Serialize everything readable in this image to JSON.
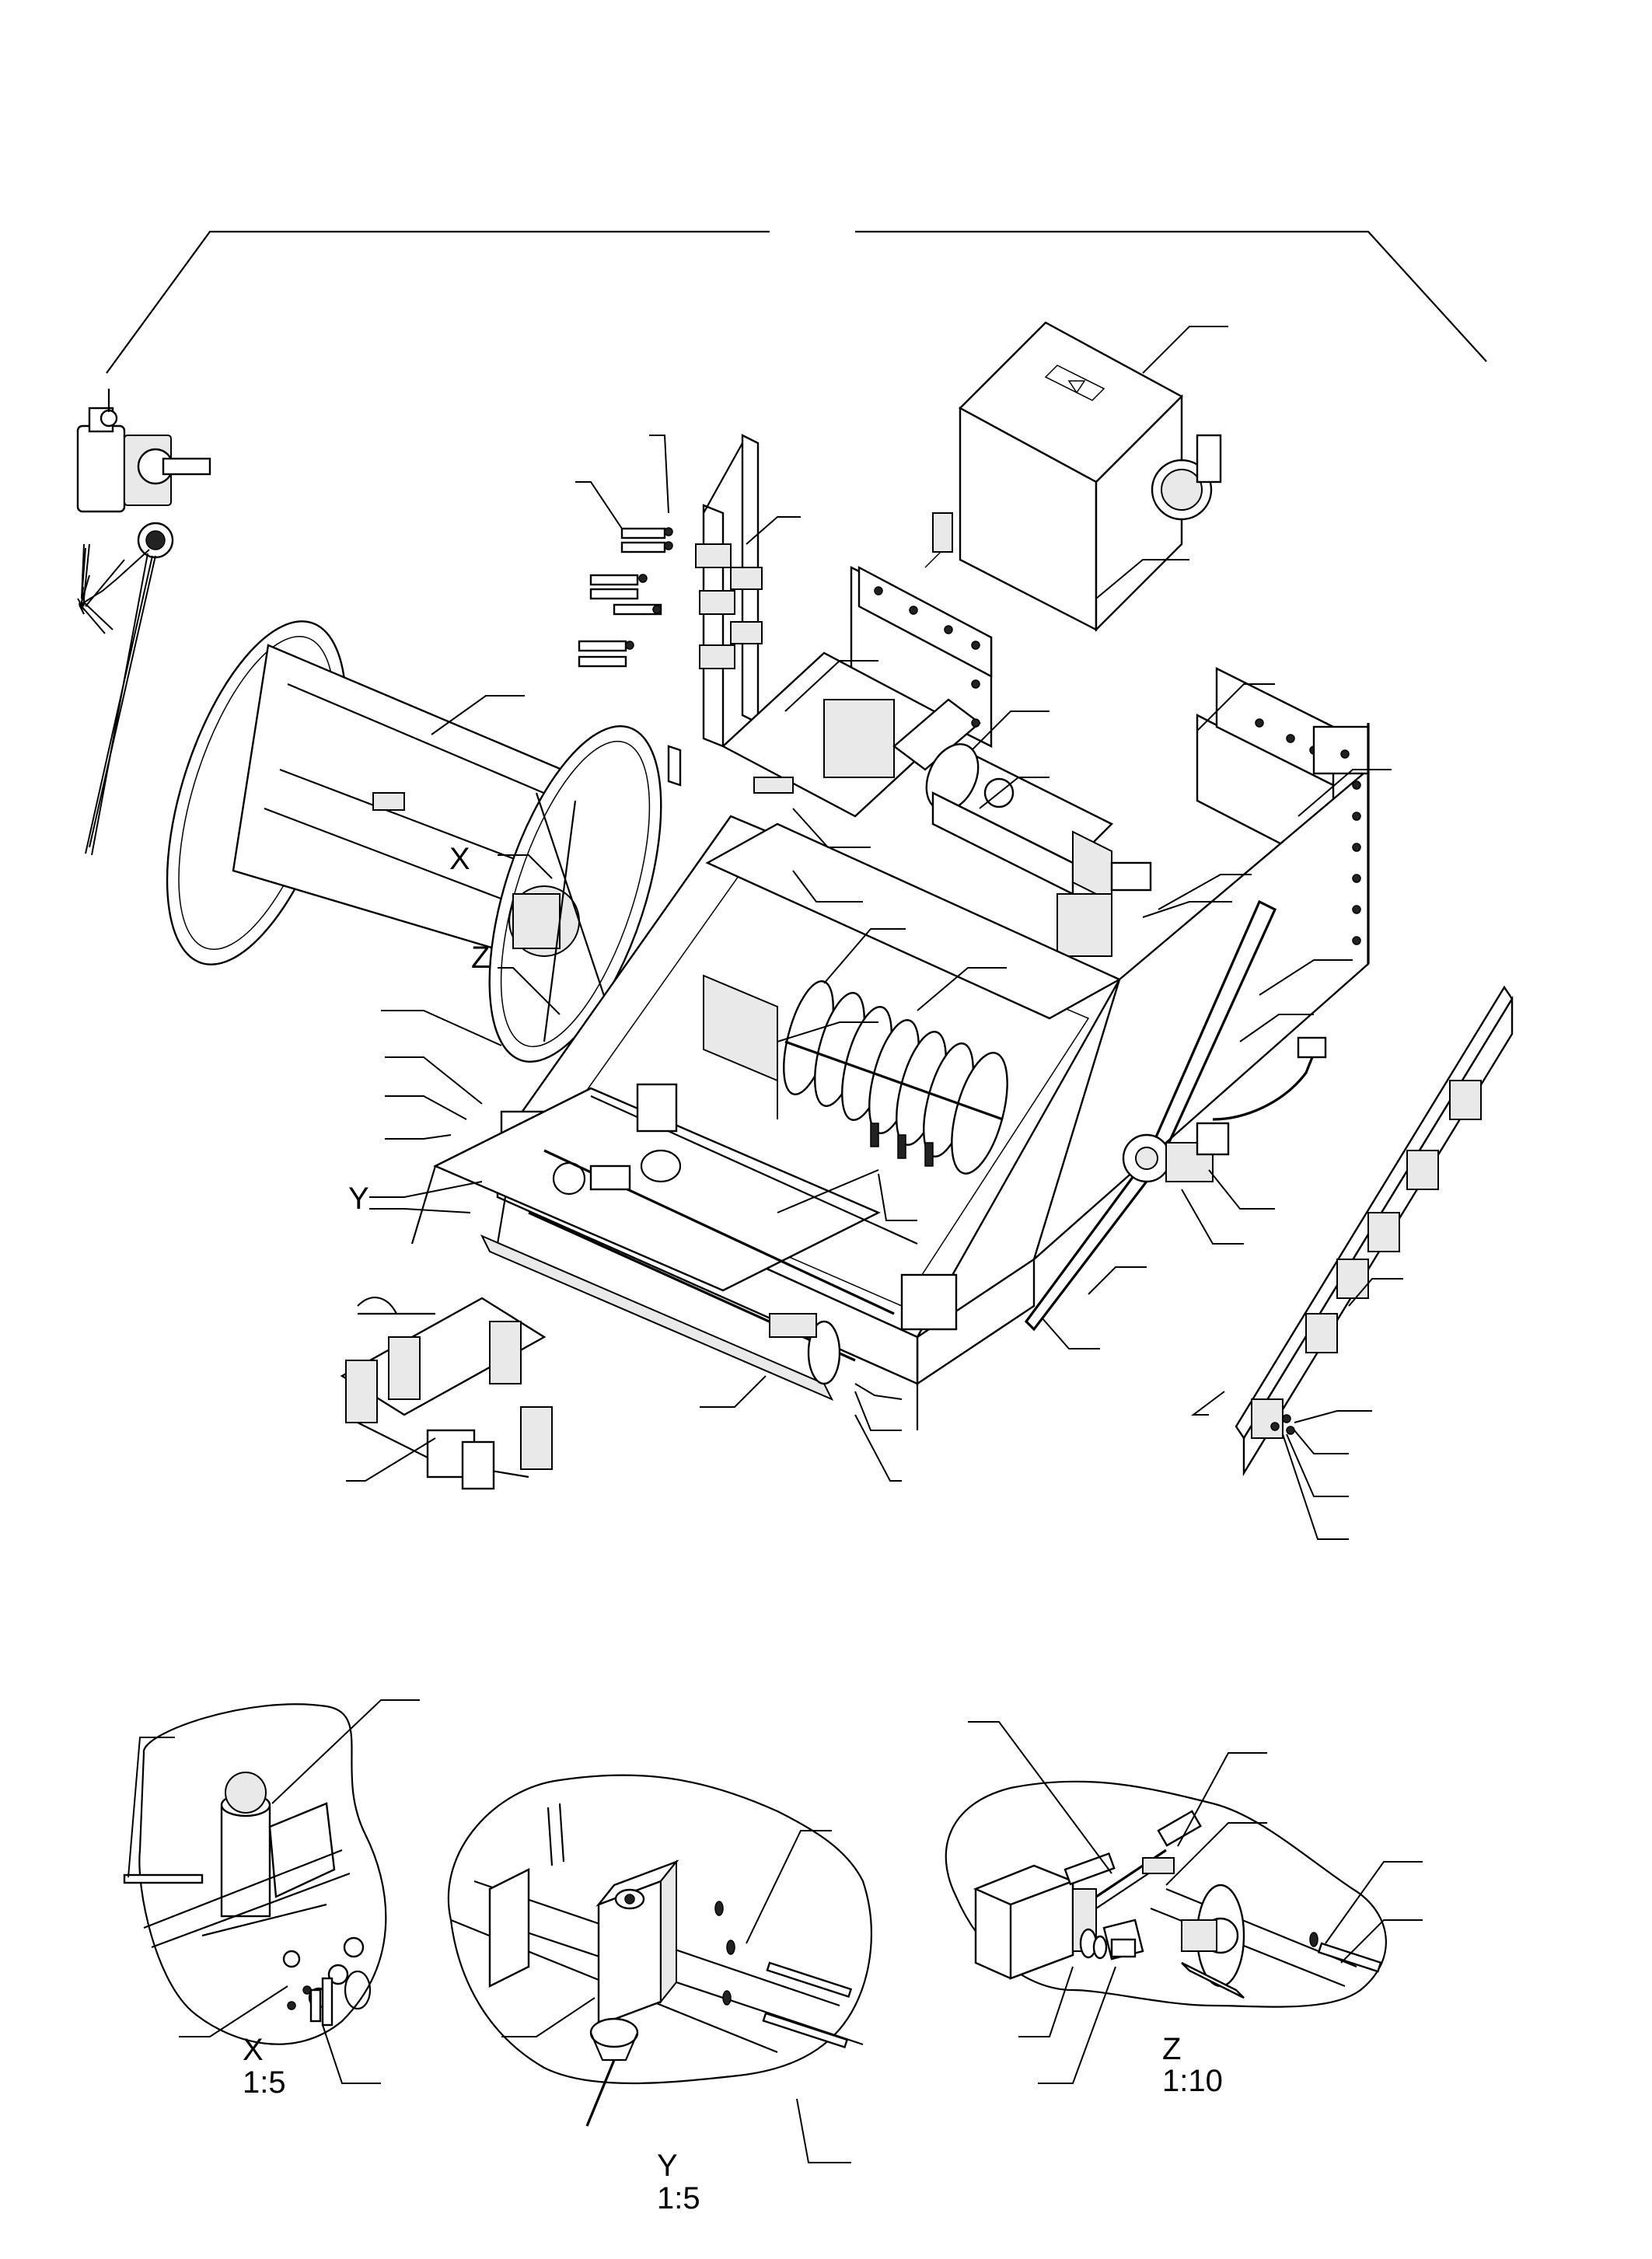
{
  "detail_x": {
    "letter": "X",
    "scale": "1:5"
  },
  "detail_y": {
    "letter": "Y",
    "scale": "1:5"
  },
  "detail_z": {
    "letter": "Z",
    "scale": "1:10"
  }
}
